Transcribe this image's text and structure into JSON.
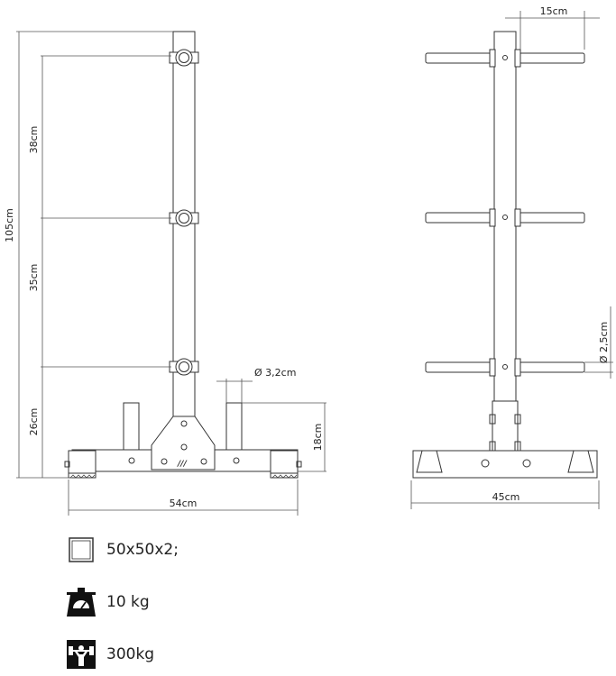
{
  "side_view": {
    "total_height": "105cm",
    "segment_top": "38cm",
    "segment_middle": "35cm",
    "segment_bottom": "26cm",
    "pin_diameter": "Ø 3,2cm",
    "pin_height": "18cm",
    "base_width": "54cm"
  },
  "front_view": {
    "arm_length": "15cm",
    "arm_diameter": "Ø 2,5cm",
    "base_width": "45cm"
  },
  "specs": [
    {
      "icon": "tube-profile-icon",
      "text": "50x50x2;"
    },
    {
      "icon": "scale-weight-icon",
      "text": "10 kg"
    },
    {
      "icon": "max-load-icon",
      "text": "300kg"
    }
  ]
}
